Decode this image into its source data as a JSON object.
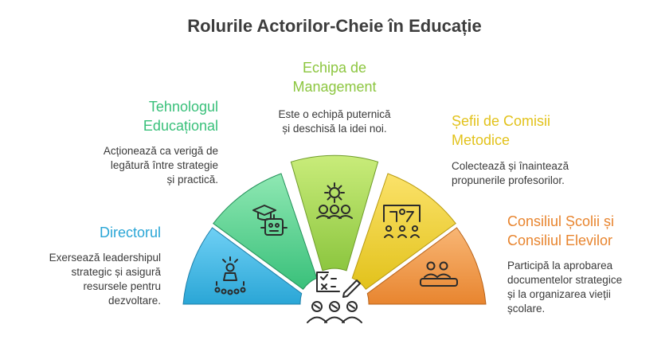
{
  "title": "Rolurile Actorilor-Cheie în Educație",
  "colors": {
    "director": "#2aa6d6",
    "tech": "#39c07a",
    "management": "#8cc63f",
    "sefi": "#e2c21b",
    "consiliu": "#e8852f"
  },
  "roles": [
    {
      "label": "Directorul",
      "description": [
        "Exersează leadershipul",
        "strategic și asigură",
        "resursele pentru",
        "dezvoltare."
      ],
      "icon": "leader-podium-icon"
    },
    {
      "label": [
        "Tehnologul",
        "Educațional"
      ],
      "description": [
        "Acționează ca verigă de",
        "legătură între strategie",
        "și practică."
      ],
      "icon": "robot-graduate-icon"
    },
    {
      "label": [
        "Echipa de",
        "Management"
      ],
      "description": [
        "Este o echipă puternică",
        "și deschisă la idei noi."
      ],
      "icon": "gear-team-icon"
    },
    {
      "label": [
        "Șefii de Comisii",
        "Metodice"
      ],
      "description": [
        "Colectează și înaintează",
        "propunerile profesorilor."
      ],
      "icon": "presentation-team-icon"
    },
    {
      "label": [
        "Consiliul Școlii și",
        "Consiliul Elevilor"
      ],
      "description": [
        "Participă la aprobarea",
        "documentelor strategice",
        "și la organizarea vieții",
        "școlare."
      ],
      "icon": "council-table-icon"
    }
  ],
  "center_icon": "checklist-group-icon"
}
